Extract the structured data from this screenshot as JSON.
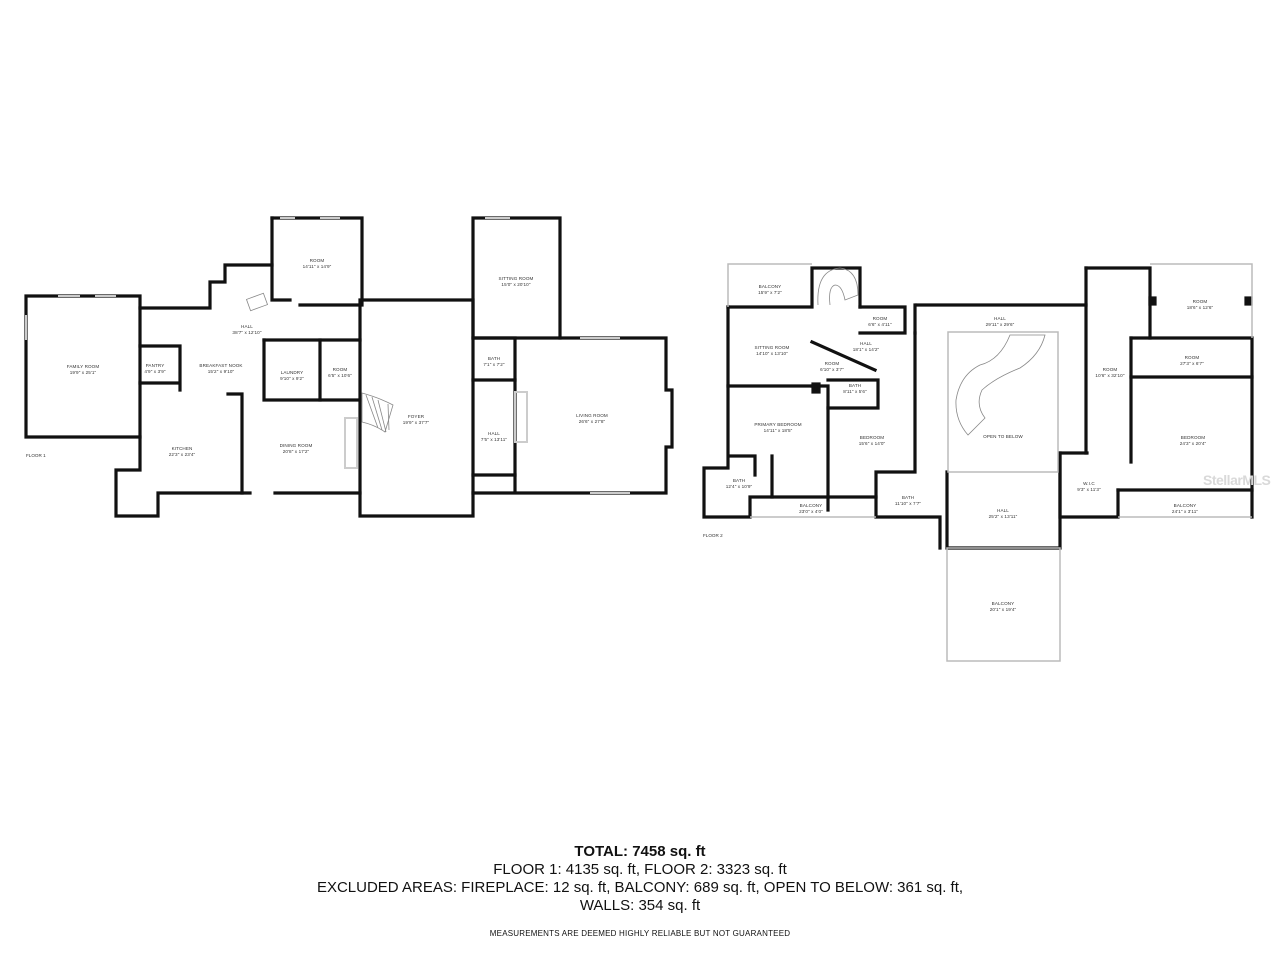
{
  "floor1": {
    "label": "FLOOR 1",
    "rooms": [
      {
        "name": "FAMILY ROOM",
        "dims": "19'9\" x 25'1\""
      },
      {
        "name": "PANTRY",
        "dims": "4'9\" x 3'9\""
      },
      {
        "name": "BREAKFAST NOOK",
        "dims": "15'2\" x 9'10\""
      },
      {
        "name": "HALL",
        "dims": "38'7\" x 12'10\""
      },
      {
        "name": "ROOM",
        "dims": "14'11\" x 14'9\""
      },
      {
        "name": "LAUNDRY",
        "dims": "9'10\" x 9'2\""
      },
      {
        "name": "ROOM",
        "dims": "6'5\" x 10'6\""
      },
      {
        "name": "KITCHEN",
        "dims": "22'3\" x 23'4\""
      },
      {
        "name": "DINING ROOM",
        "dims": "20'8\" x 17'2\""
      },
      {
        "name": "FOYER",
        "dims": "19'9\" x 37'7\""
      },
      {
        "name": "SITTING ROOM",
        "dims": "15'0\" x 20'10\""
      },
      {
        "name": "BATH",
        "dims": "7'1\" x 7'2\""
      },
      {
        "name": "HALL",
        "dims": "7'5\" x 13'11\""
      },
      {
        "name": "LIVING ROOM",
        "dims": "26'6\" x 27'8\""
      }
    ]
  },
  "floor2": {
    "label": "FLOOR 2",
    "rooms": [
      {
        "name": "BALCONY",
        "dims": "15'9\" x 7'2\""
      },
      {
        "name": "ROOM",
        "dims": "6'6\" x 4'11\""
      },
      {
        "name": "SITTING ROOM",
        "dims": "14'10\" x 13'10\""
      },
      {
        "name": "HALL",
        "dims": "18'1\" x 14'2\""
      },
      {
        "name": "ROOM",
        "dims": "6'10\" x 3'7\""
      },
      {
        "name": "BATH",
        "dims": "8'11\" x 5'6\""
      },
      {
        "name": "PRIMARY BEDROOM",
        "dims": "14'11\" x 18'5\""
      },
      {
        "name": "BEDROOM",
        "dims": "15'6\" x 14'0\""
      },
      {
        "name": "BATH",
        "dims": "12'4\" x 10'9\""
      },
      {
        "name": "BALCONY",
        "dims": "23'0\" x 4'0\""
      },
      {
        "name": "BATH",
        "dims": "11'10\" x 7'7\""
      },
      {
        "name": "HALL",
        "dims": "29'11\" x 29'6\""
      },
      {
        "name": "OPEN TO BELOW",
        "dims": ""
      },
      {
        "name": "HALL",
        "dims": "25'2\" x 13'11\""
      },
      {
        "name": "W.I.C",
        "dims": "9'3\" x 11'3\""
      },
      {
        "name": "BALCONY",
        "dims": "20'1\" x 19'4\""
      },
      {
        "name": "ROOM",
        "dims": "18'6\" x 12'6\""
      },
      {
        "name": "ROOM",
        "dims": "27'3\" x 6'7\""
      },
      {
        "name": "ROOM",
        "dims": "10'6\" x 32'10\""
      },
      {
        "name": "BEDROOM",
        "dims": "24'3\" x 20'4\""
      },
      {
        "name": "BALCONY",
        "dims": "24'1\" x 3'11\""
      }
    ]
  },
  "summary": {
    "total": "TOTAL: 7458 sq. ft",
    "floors": "FLOOR 1: 4135 sq. ft, FLOOR 2: 3323 sq. ft",
    "excluded": "EXCLUDED AREAS: FIREPLACE: 12 sq. ft, BALCONY: 689 sq. ft, OPEN TO BELOW: 361 sq. ft,",
    "walls": "WALLS: 354 sq. ft",
    "disclaimer": "MEASUREMENTS ARE DEEMED HIGHLY RELIABLE BUT NOT GUARANTEED"
  },
  "watermark": "StellarMLS",
  "colors": {
    "wall": "#111111",
    "window": "#cccccc",
    "balcony": "#bbbbbb",
    "background": "#ffffff"
  }
}
